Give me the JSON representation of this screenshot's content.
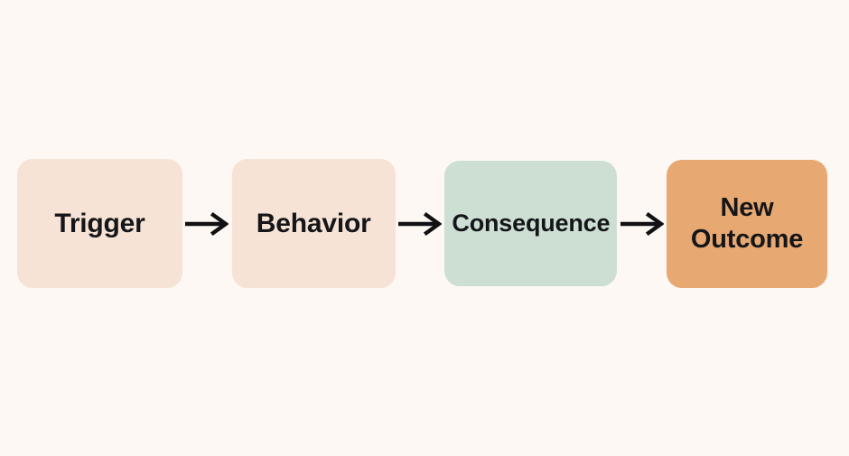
{
  "diagram": {
    "type": "linear-flow",
    "background_color": "#fdf8f3",
    "text_color": "#15161a",
    "arrow_color": "#111114",
    "nodes": [
      {
        "id": "trigger",
        "label": "Trigger",
        "fill": "#f6e3d5"
      },
      {
        "id": "behavior",
        "label": "Behavior",
        "fill": "#f6e3d5"
      },
      {
        "id": "consequence",
        "label": "Consequence",
        "fill": "#ccdfd2"
      },
      {
        "id": "new-outcome",
        "label": "New\nOutcome",
        "fill": "#e8a871"
      }
    ],
    "connectors": [
      {
        "id": "arrow-1",
        "from": "trigger",
        "to": "behavior",
        "glyph": "arrow-right-icon"
      },
      {
        "id": "arrow-2",
        "from": "behavior",
        "to": "consequence",
        "glyph": "arrow-right-icon"
      },
      {
        "id": "arrow-3",
        "from": "consequence",
        "to": "new-outcome",
        "glyph": "arrow-right-icon"
      }
    ]
  }
}
